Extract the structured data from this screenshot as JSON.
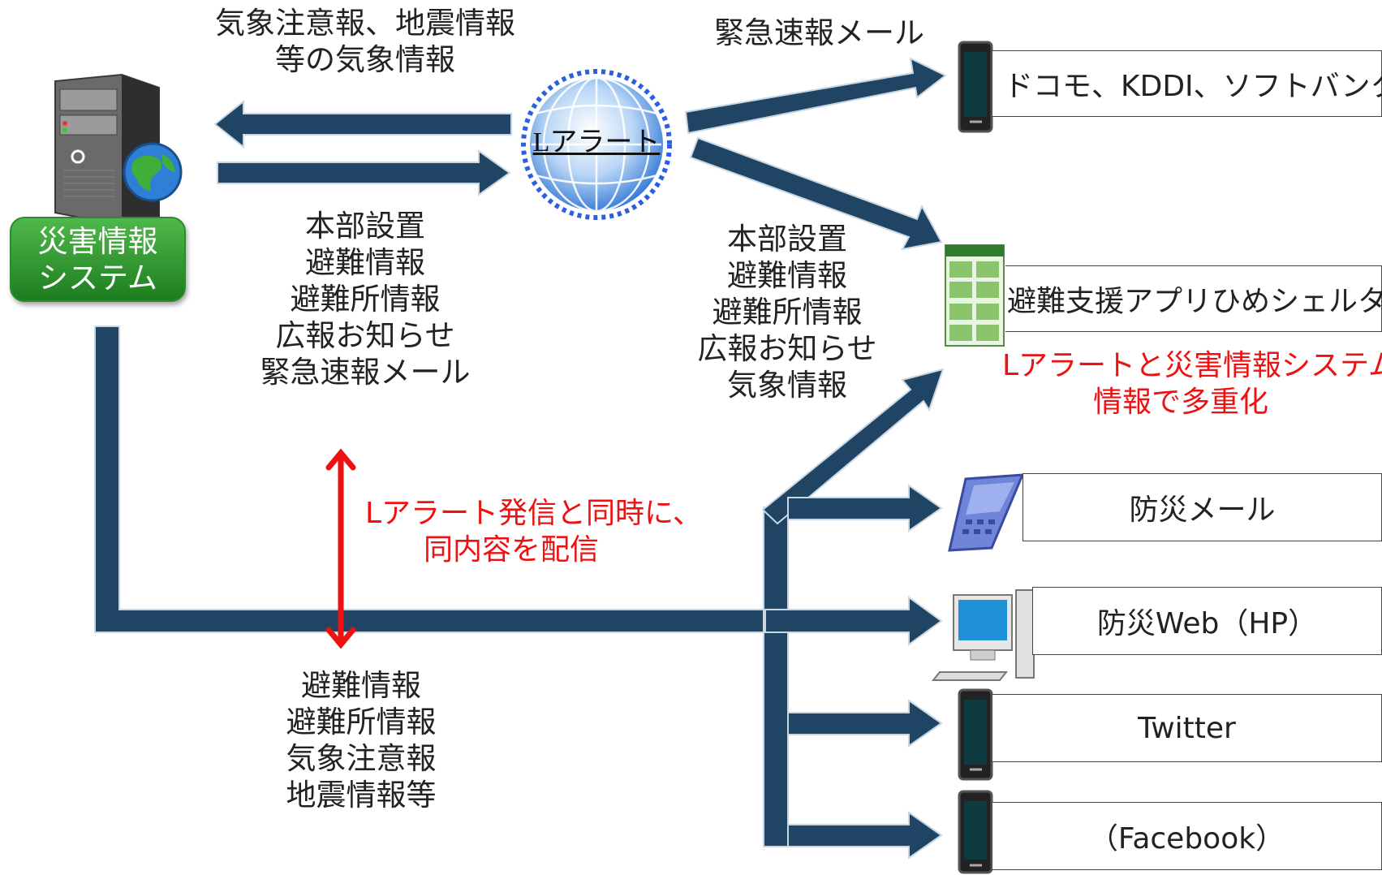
{
  "colors": {
    "arrow": "#1f4464",
    "red": "#ee1111",
    "system_green": "#2f9a2c"
  },
  "source_system": {
    "label_lines": [
      "災害情報",
      "システム"
    ],
    "icon": "server-globe-icon"
  },
  "hub": {
    "label": "Lアラート",
    "icon": "globe-icon"
  },
  "left_top_text": [
    "気象注意報、地震情報",
    "等の気象情報"
  ],
  "left_mid_text": [
    "本部設置",
    "避難情報",
    "避難所情報",
    "広報お知らせ",
    "緊急速報メール"
  ],
  "top_right_text": "緊急速報メール",
  "right_mid_text": [
    "本部設置",
    "避難情報",
    "避難所情報",
    "広報お知らせ",
    "気象情報"
  ],
  "simultaneous_note": [
    "Lアラート発信と同時に、",
    "同内容を配信"
  ],
  "bottom_text": [
    "避難情報",
    "避難所情報",
    "気象注意報",
    "地震情報等"
  ],
  "multiplex_note": [
    "Lアラートと災害情報システム",
    "情報で多重化"
  ],
  "destinations": [
    {
      "label": "ドコモ、KDDI、ソフトバンク",
      "icon": "smartphone-icon"
    },
    {
      "label": "避難支援アプリひめシェルター",
      "icon": "app-screen-icon"
    },
    {
      "label": "防災メール",
      "icon": "mobile-phone-icon"
    },
    {
      "label": "防災Web（HP）",
      "icon": "desktop-computer-icon"
    },
    {
      "label": "Twitter",
      "icon": "smartphone-icon"
    },
    {
      "label": "（Facebook）",
      "icon": "smartphone-icon"
    }
  ]
}
